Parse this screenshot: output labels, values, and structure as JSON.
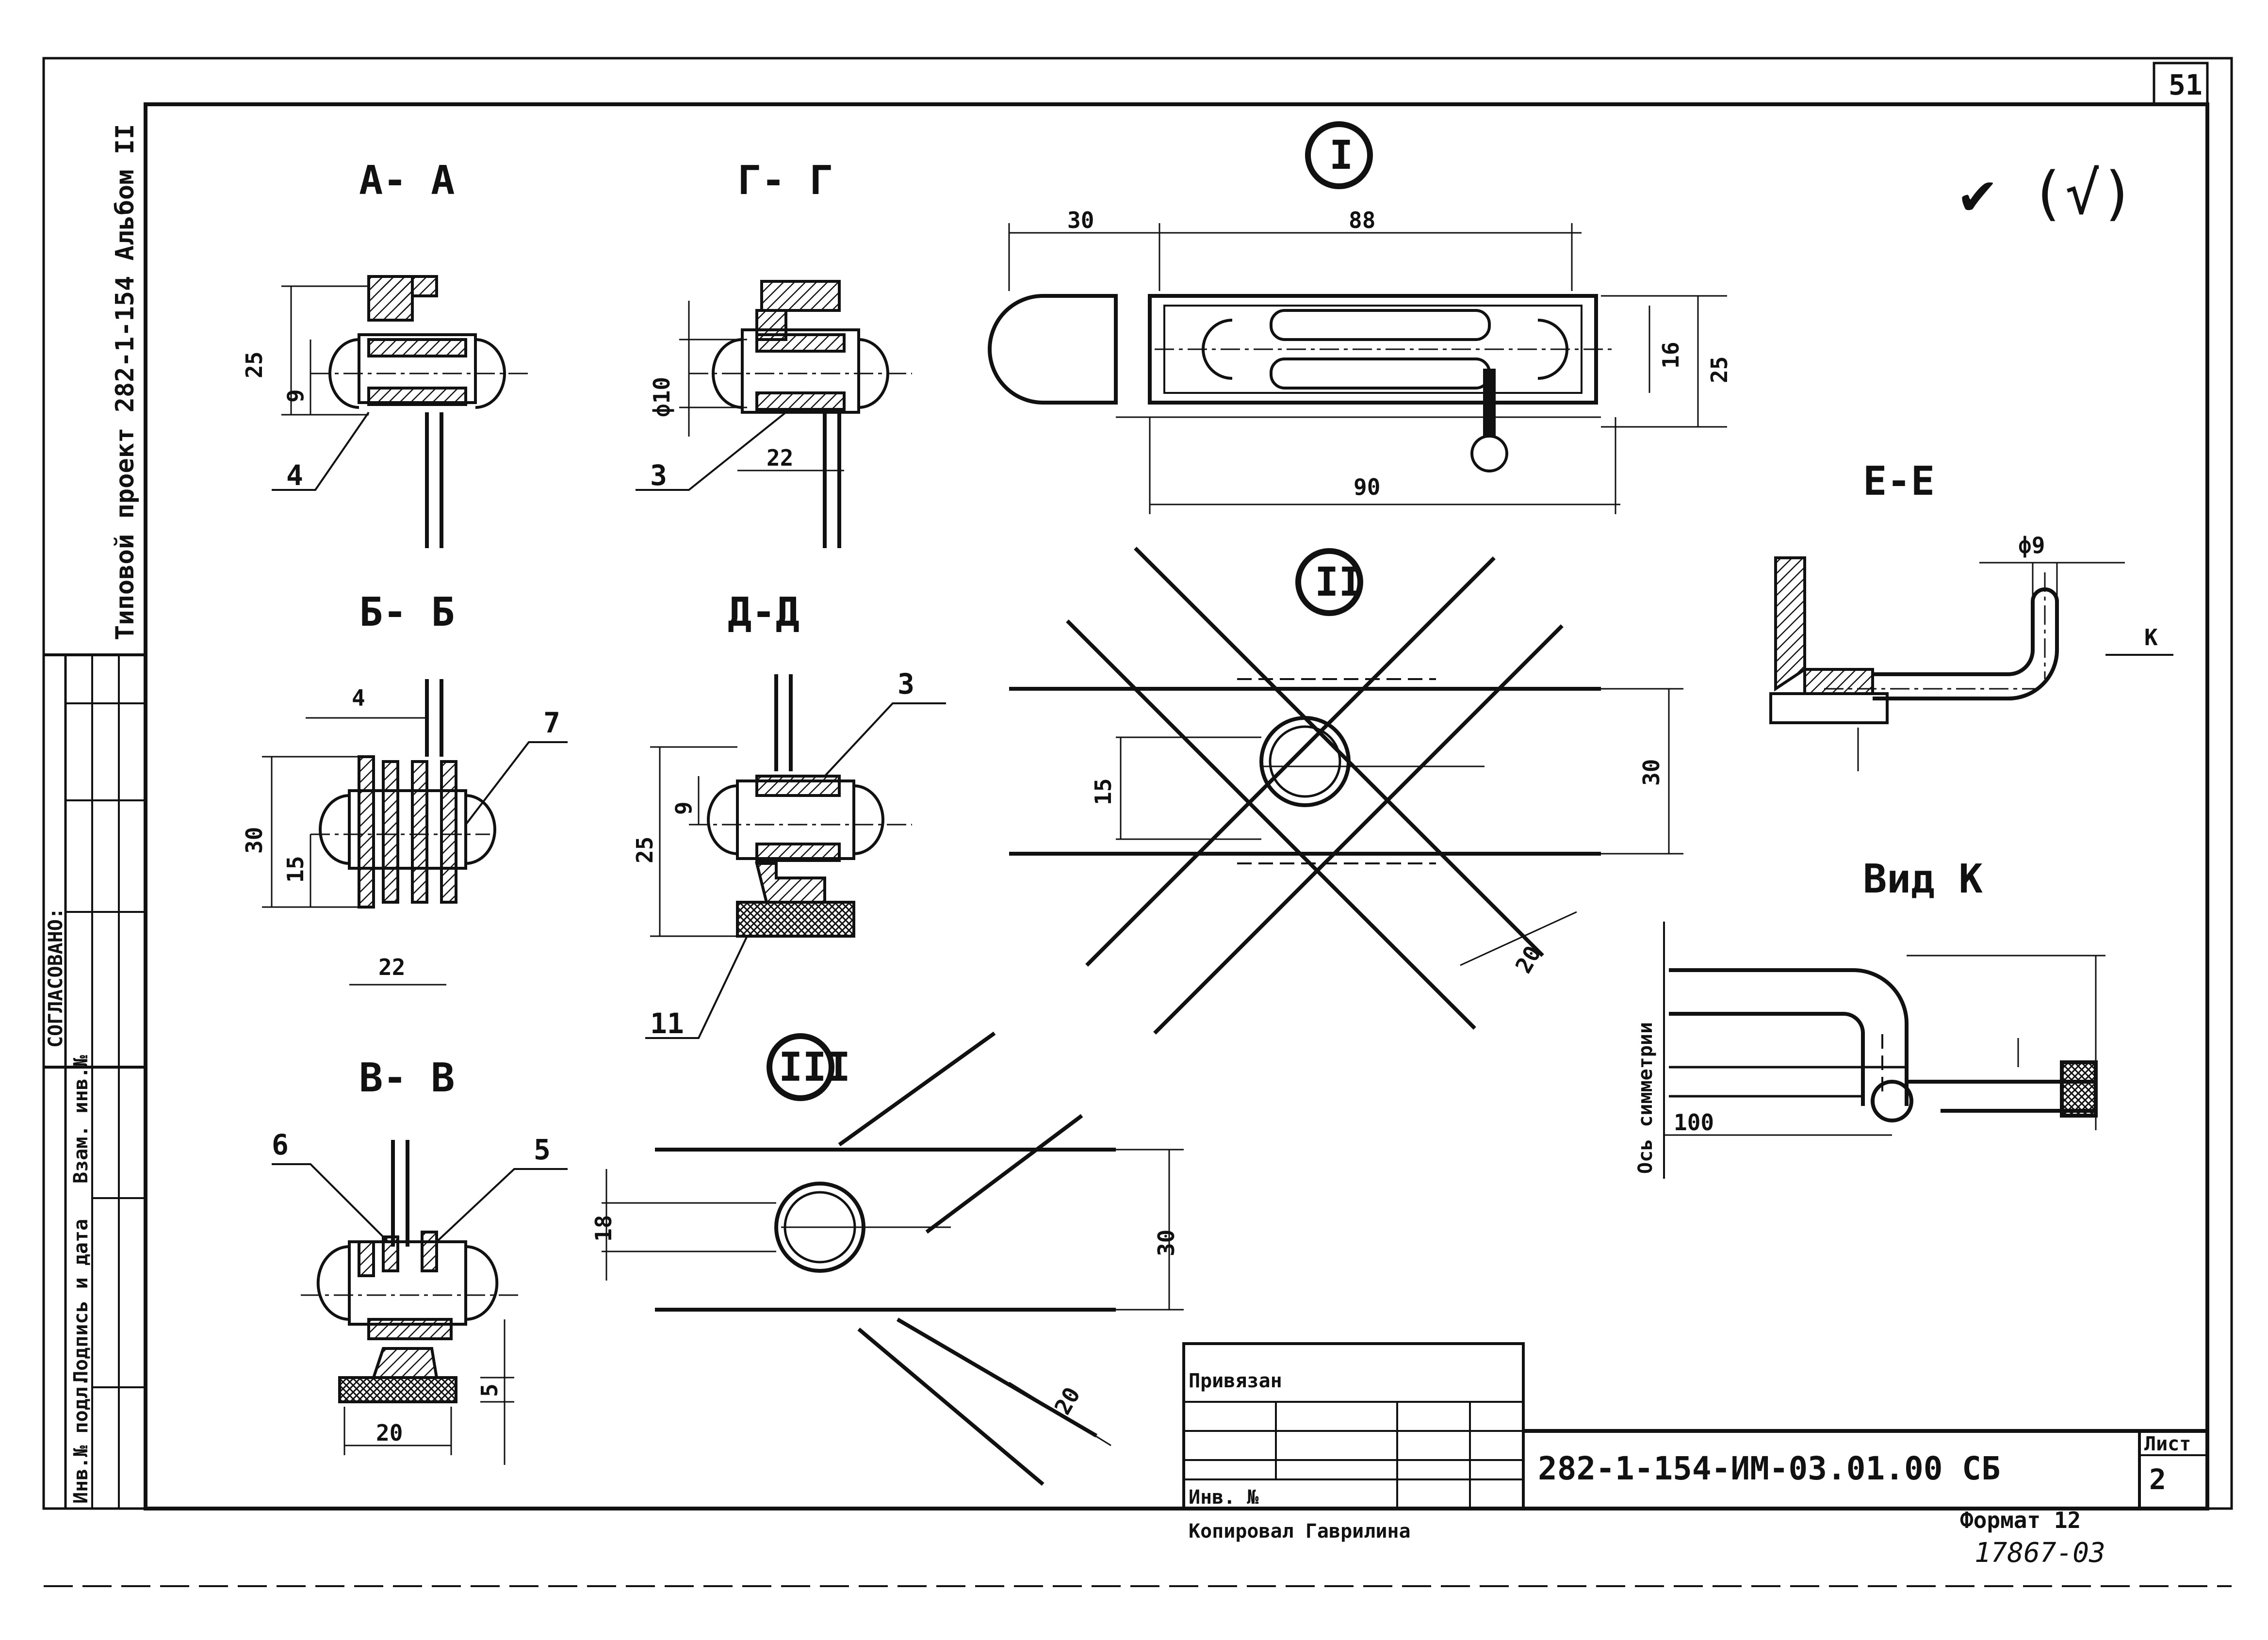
{
  "sheet": {
    "page_number": "51",
    "corner_mark": "✔ (√)",
    "project_side_title": "Типовой проект 282-1-154 Альбом II",
    "side_soglasovano": "СОГЛАСОВАНО:",
    "side_inv_podl": "Инв.№ подл.",
    "side_podpis": "Подпись и дата",
    "side_vzam": "Взам. инв.№"
  },
  "sections": {
    "aa": "А- А",
    "gg": "Г- Г",
    "bb": "Б- Б",
    "dd": "Д-Д",
    "vv": "В- В",
    "ee": "Е-Е",
    "vid_k": "Вид К"
  },
  "node_marks": {
    "n1": "I",
    "n2": "II",
    "n3": "III"
  },
  "dims": {
    "aa_25": "25",
    "aa_9": "9",
    "gg_phi10": "ф10",
    "gg_22": "22",
    "bb_4": "4",
    "bb_30": "30",
    "bb_15": "15",
    "bb_22": "22",
    "dd_9": "9",
    "dd_25": "25",
    "vv_20": "20",
    "vv_5": "5",
    "n1_30": "30",
    "n1_88": "88",
    "n1_16": "16",
    "n1_25": "25",
    "n1_90": "90",
    "n2_30": "30",
    "n2_15": "15",
    "n2_20": "20",
    "n3_18": "18",
    "n3_30": "30",
    "n3_20": "20",
    "ee_phi9": "ф9",
    "ee_k": "К",
    "k_100": "100",
    "k_axis": "Ось симметрии"
  },
  "callouts": {
    "c4": "4",
    "c3a": "3",
    "c7": "7",
    "c3b": "3",
    "c11": "11",
    "c6": "6",
    "c5": "5"
  },
  "title_block": {
    "privyazan": "Привязан",
    "inv_no": "Инв. №",
    "code": "282-1-154-ИМ-03.01.00 СБ",
    "list_label": "Лист",
    "list_no": "2",
    "kopiroval": "Копировал Гаврилина",
    "format": "Формат 12",
    "order_no": "17867-03"
  }
}
